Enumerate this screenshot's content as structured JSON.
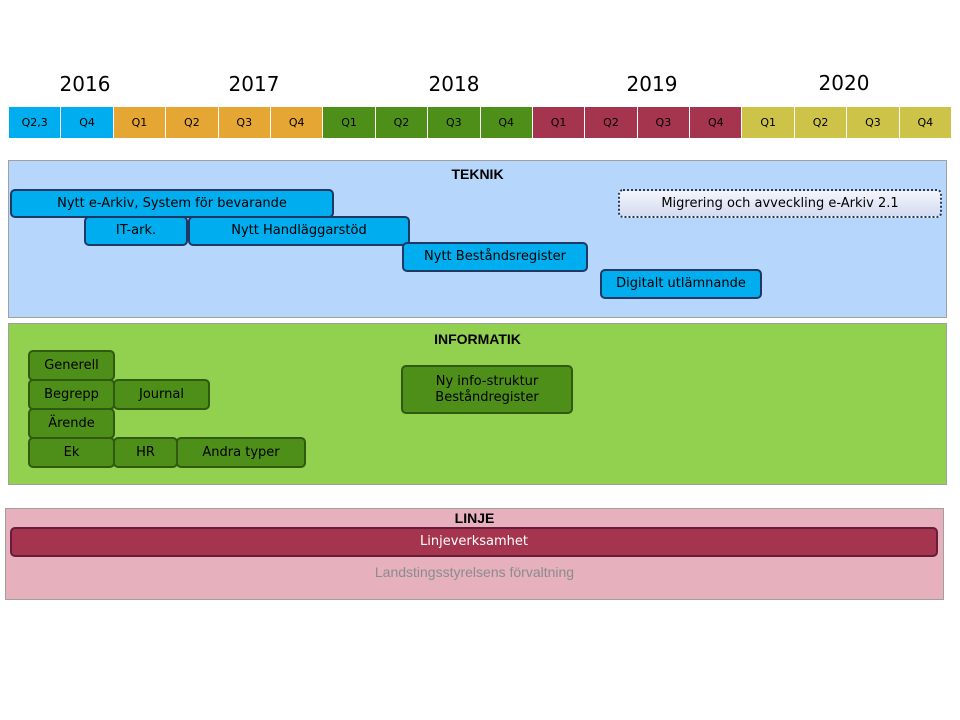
{
  "years": [
    "2016",
    "2017",
    "2018",
    "2019",
    "2020"
  ],
  "quarters": [
    {
      "label": "Q2,3",
      "color": "#00aeef"
    },
    {
      "label": "Q4",
      "color": "#00aeef"
    },
    {
      "label": "Q1",
      "color": "#e5a634"
    },
    {
      "label": "Q2",
      "color": "#e5a634"
    },
    {
      "label": "Q3",
      "color": "#e5a634"
    },
    {
      "label": "Q4",
      "color": "#e5a634"
    },
    {
      "label": "Q1",
      "color": "#4e8f1a"
    },
    {
      "label": "Q2",
      "color": "#4e8f1a"
    },
    {
      "label": "Q3",
      "color": "#4e8f1a"
    },
    {
      "label": "Q4",
      "color": "#4e8f1a"
    },
    {
      "label": "Q1",
      "color": "#a5354f"
    },
    {
      "label": "Q2",
      "color": "#a5354f"
    },
    {
      "label": "Q3",
      "color": "#a5354f"
    },
    {
      "label": "Q4",
      "color": "#a5354f"
    },
    {
      "label": "Q1",
      "color": "#cdc349"
    },
    {
      "label": "Q2",
      "color": "#cdc349"
    },
    {
      "label": "Q3",
      "color": "#cdc349"
    },
    {
      "label": "Q4",
      "color": "#cdc349"
    }
  ],
  "teknik": {
    "title": "TEKNIK",
    "color": "#b6d7fb",
    "items": {
      "earkiv": "Nytt e-Arkiv, System för bevarande",
      "migrering": "Migrering  och avveckling e-Arkiv 2.1",
      "itark": "IT-ark.",
      "handlaggarstod": "Nytt Handläggarstöd",
      "bestandsregister": "Nytt Beståndsregister",
      "utlamnande": "Digitalt  utlämnande"
    }
  },
  "informatik": {
    "title": "INFORMATIK",
    "color": "#92d050",
    "items": {
      "generell": "Generell",
      "begrepp": "Begrepp",
      "journal": "Journal",
      "arende": "Ärende",
      "ek": "Ek",
      "hr": "HR",
      "andra": "Andra  typer",
      "infostruktur_line1": "Ny info-struktur",
      "infostruktur_line2": "Beståndregister"
    }
  },
  "linje": {
    "title": "LINJE",
    "color": "#e6b0bc",
    "bar": "Linjeverksamhet",
    "subtitle": "Landstingsstyrelsens förvaltning"
  }
}
